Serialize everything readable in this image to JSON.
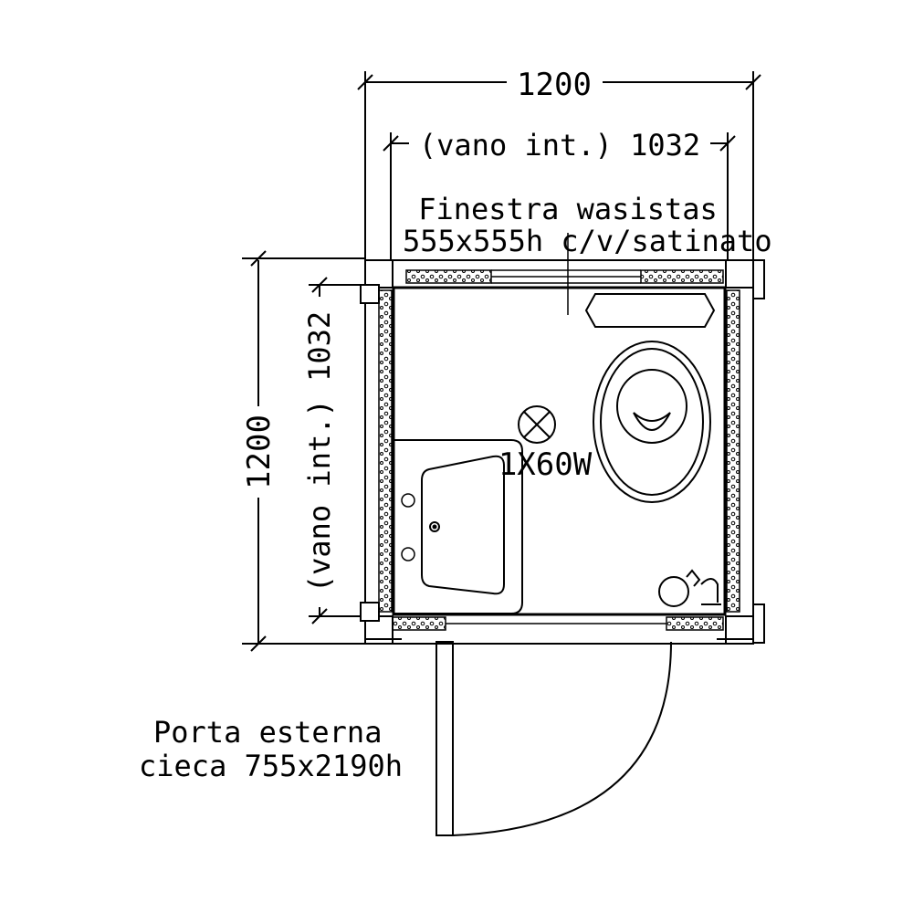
{
  "dimensions": {
    "overall_width": "1200",
    "internal_width": "(vano int.) 1032",
    "overall_depth": "1200",
    "internal_depth": "(vano int.) 1032"
  },
  "window": {
    "line1": "Finestra wasistas",
    "line2": "555x555h  c/v/satinato"
  },
  "light": {
    "label": "1X60W"
  },
  "door": {
    "line1": "Porta esterna",
    "line2": "cieca 755x2190h"
  }
}
